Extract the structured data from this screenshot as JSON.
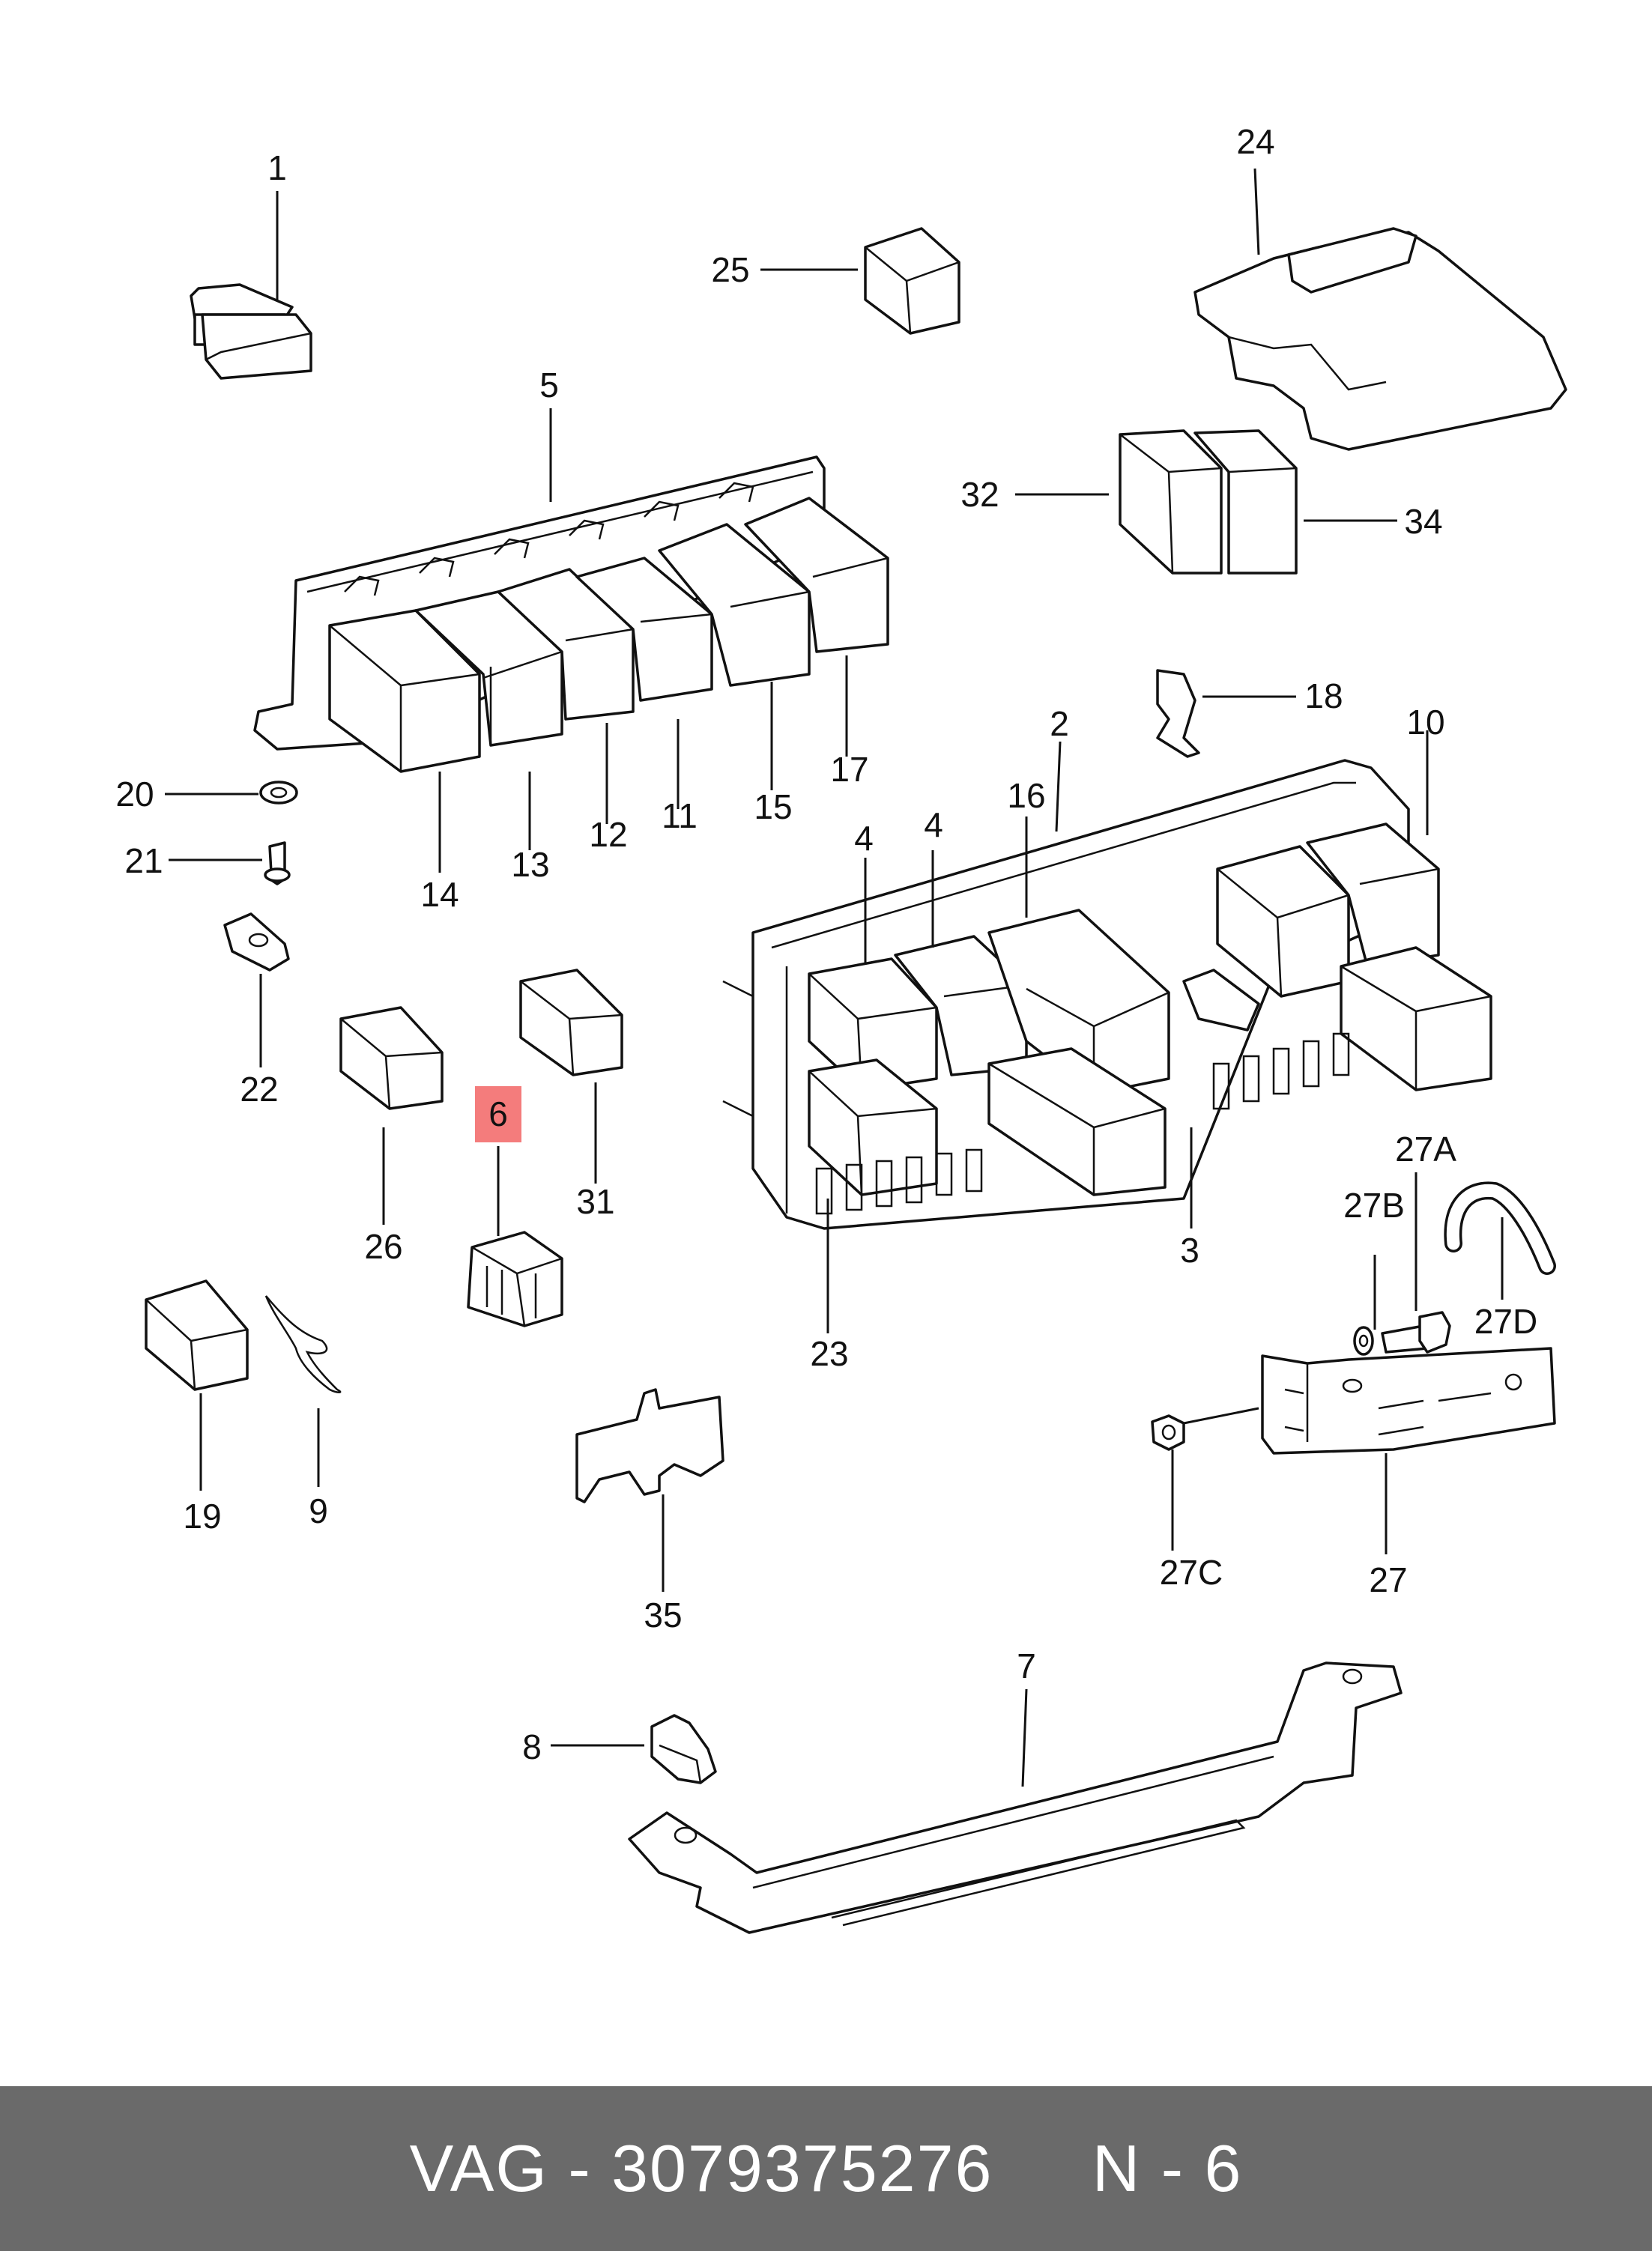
{
  "labels": {
    "p1": "1",
    "p2": "2",
    "p3": "3",
    "p4a": "4",
    "p4b": "4",
    "p5": "5",
    "p6": "6",
    "p7": "7",
    "p8": "8",
    "p9": "9",
    "p10": "10",
    "p11": "11",
    "p12": "12",
    "p13": "13",
    "p14": "14",
    "p15": "15",
    "p16": "16",
    "p17": "17",
    "p18": "18",
    "p19": "19",
    "p20": "20",
    "p21": "21",
    "p22": "22",
    "p23": "23",
    "p24": "24",
    "p25": "25",
    "p26": "26",
    "p27": "27",
    "p27A": "27A",
    "p27B": "27B",
    "p27C": "27C",
    "p27D": "27D",
    "p31": "31",
    "p32": "32",
    "p34": "34",
    "p35": "35"
  },
  "highlight": {
    "part": "6",
    "color": "#f47c7c"
  },
  "footer": {
    "brand": "VAG",
    "part_number": "3079375276",
    "position": "N - 6",
    "text": "VAG - 3079375276     N - 6"
  }
}
